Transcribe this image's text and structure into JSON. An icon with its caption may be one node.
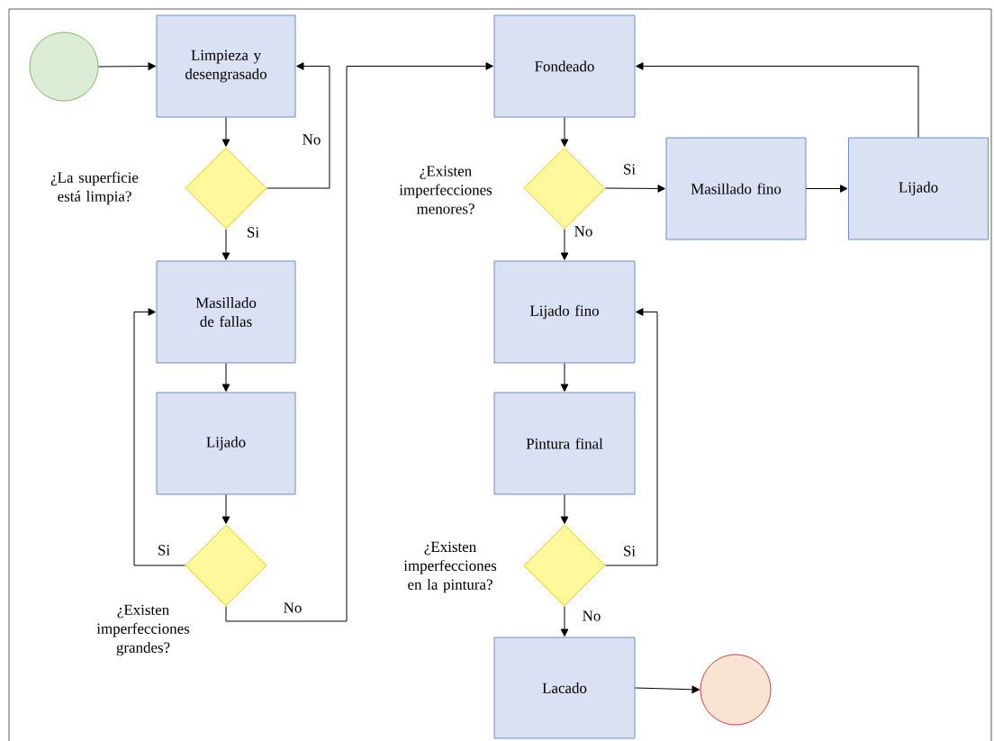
{
  "diagram": {
    "nodes": [
      {
        "text": [],
        "shape": "circle"
      },
      {
        "text": [
          "Limpieza y desengrasado"
        ]
      },
      {
        "text": [
          "¿La superficie está limpia?"
        ]
      },
      {
        "text": [
          "Masillado de fallas"
        ]
      },
      {
        "text": [
          "Lijado"
        ]
      },
      {
        "text": [
          "¿Existen imperfecciones grandes?"
        ]
      },
      {
        "text": [
          "Fondeado"
        ]
      },
      {
        "text": [
          "¿Existen imperfecciones menores?"
        ]
      },
      {
        "text": [
          "Masillado fino"
        ]
      },
      {
        "text": [
          "Lijado"
        ]
      },
      {
        "text": [
          "Lijado fino"
        ]
      },
      {
        "text": [
          "Pintura final"
        ]
      },
      {
        "text": [
          "¿Existen imperfecciones en la pintura?"
        ]
      },
      {
        "text": [
          "Lacado"
        ]
      },
      {
        "text": [],
        "shape": "circle"
      }
    ],
    "edges": [
      {
        "from": 0,
        "to": 1,
        "arrow": "to"
      },
      {
        "from": 1,
        "to": 2,
        "arrow": "to"
      },
      {
        "from": 2,
        "to": 1,
        "arrow": "to",
        "label": "No"
      },
      {
        "from": 2,
        "to": 3,
        "arrow": "to",
        "label": "Si"
      },
      {
        "from": 3,
        "to": 4,
        "arrow": "to"
      },
      {
        "from": 4,
        "to": 5,
        "arrow": "to"
      },
      {
        "from": 5,
        "to": 3,
        "arrow": "to",
        "label": "Si"
      },
      {
        "from": 5,
        "to": 6,
        "arrow": "to",
        "label": "No"
      },
      {
        "from": 6,
        "to": 7,
        "arrow": "to"
      },
      {
        "from": 7,
        "to": 8,
        "arrow": "to",
        "label": "Si"
      },
      {
        "from": 7,
        "to": 10,
        "arrow": "to",
        "label": "No"
      },
      {
        "from": 8,
        "to": 9,
        "arrow": "to"
      },
      {
        "from": 9,
        "to": 6,
        "arrow": "to"
      },
      {
        "from": 10,
        "to": 11,
        "arrow": "to"
      },
      {
        "from": 11,
        "to": 12,
        "arrow": "to"
      },
      {
        "from": 12,
        "to": 10,
        "arrow": "to",
        "label": "Si"
      },
      {
        "from": 12,
        "to": 13,
        "arrow": "to",
        "label": "No"
      },
      {
        "from": 13,
        "to": 14,
        "arrow": "to"
      }
    ]
  }
}
